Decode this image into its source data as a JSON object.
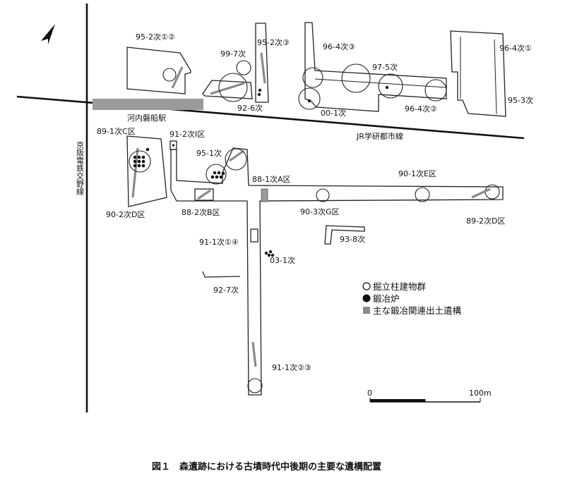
{
  "caption": "図１　森遺跡における古墳時代中後期の主要な遺構配置",
  "lines": {
    "jr": "JR学研都市線",
    "keihan": "京阪電鉄交野線",
    "station": "河内磐船駅"
  },
  "labels": {
    "l_95_2_12": "95-2次①②",
    "l_99_7": "99-7次",
    "l_95_2_3": "95-2次③",
    "l_96_4_3": "96-4次③",
    "l_97_5": "97-5次",
    "l_96_4_1": "96-4次①",
    "l_92_6": "92-6次",
    "l_00_1": "00-1次",
    "l_96_4_2": "96-4次②",
    "l_95_3": "95-3次",
    "l_89_1C": "89-1次C区",
    "l_91_2I": "91-2次I区",
    "l_95_1": "95-1次",
    "l_88_1A": "88-1次A区",
    "l_90_1E": "90-1次E区",
    "l_90_2D": "90-2次D区",
    "l_88_2B": "88-2次B区",
    "l_90_3G": "90-3次G区",
    "l_89_2D": "89-2次D区",
    "l_93_8": "93-8次",
    "l_91_1_14": "91-1次①④",
    "l_03_1": "03-1次",
    "l_92_7": "92-7次",
    "l_91_1_23": "91-1次②③"
  },
  "legend": {
    "pillar": "掘立柱建物群",
    "furnace": "鍛冶炉",
    "smithing": "主な鍛冶関連出土遺構"
  },
  "scale": {
    "zero": "0",
    "max": "100m"
  },
  "colors": {
    "ink": "#222222",
    "hatch": "#8a8a8a",
    "background": "#ffffff"
  }
}
